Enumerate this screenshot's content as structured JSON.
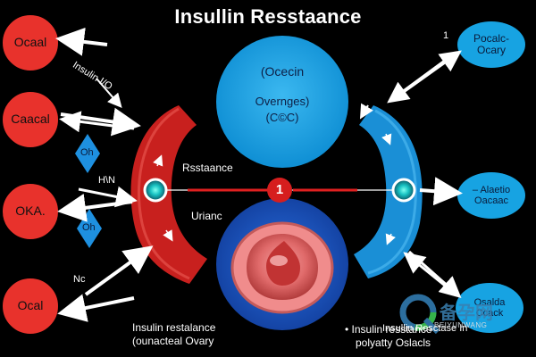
{
  "title": "Insullin Resstaance",
  "left_circles": [
    "Ocaal",
    "Caacal",
    "OKA.",
    "Ocal"
  ],
  "right_ovals": [
    "Pocalc-\nOcary",
    "– Alaetio\nOacaac",
    "Osalda\nCcack"
  ],
  "top_circle": [
    "(Ocecin",
    "Overnges)",
    "(C©C)"
  ],
  "small_labels": {
    "insulin_io": "Insulin Ⅰ/O",
    "diamond_top": "Oh",
    "diamond_bottom": "Oh",
    "hn": "H\\N",
    "nc": "Nc",
    "resistance": "Rsstaance",
    "urianc": "Urianc",
    "center_number": "1",
    "top_right_number": "1",
    "right_annotation": "Insullin Resctase In"
  },
  "bottom_left_caption": [
    "Insulin restalance",
    "(ounacteal Ovary"
  ],
  "bottom_right_caption": [
    "• Insulin resstance",
    "polyatty Oslacls"
  ],
  "watermark": {
    "cn": "备孕网",
    "latin": "BEIYUNWANG"
  },
  "colors": {
    "red_circle": "#e8322c",
    "blue_top": "#1aa0e0",
    "oval_blue": "#17a3e2",
    "arc_red": "#c8201e",
    "arc_blue": "#1a8fd6",
    "diamond": "#1e90e0"
  }
}
